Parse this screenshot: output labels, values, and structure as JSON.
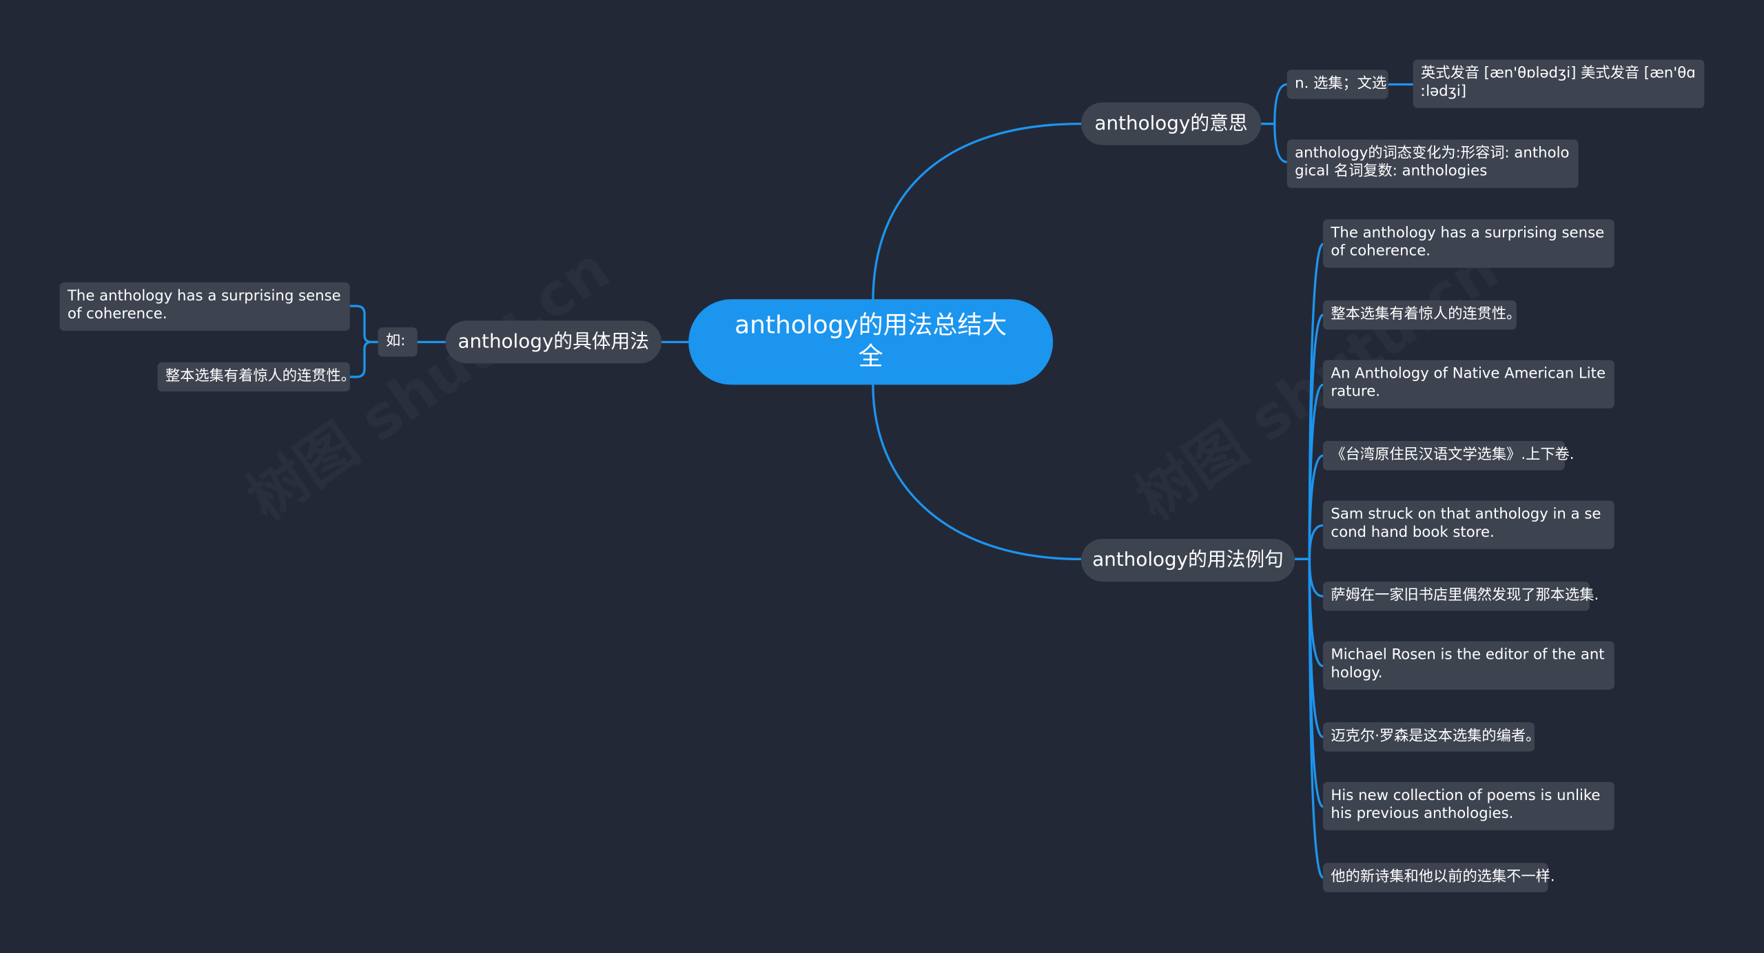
{
  "root": {
    "label": "anthology的用法总结大全"
  },
  "branches": {
    "meaning": {
      "label": "anthology的意思",
      "items": [
        {
          "label": "n. 选集；文选",
          "children": [
            "英式发音 [æn'θɒlədʒi] 美式发音 [æn'θɑːlədʒi]"
          ]
        },
        {
          "label": "anthology的词态变化为:形容词: anthological 名词复数: anthologies"
        }
      ]
    },
    "usage": {
      "label": "anthology的具体用法",
      "group_label": "如:",
      "items": [
        "The anthology has a surprising sense of coherence.",
        "整本选集有着惊人的连贯性。"
      ]
    },
    "examples": {
      "label": "anthology的用法例句",
      "items": [
        "The anthology has a surprising sense of coherence.",
        "整本选集有着惊人的连贯性。",
        "An Anthology of Native American Literature.",
        "《台湾原住民汉语文学选集》.上下卷.",
        "Sam struck on that anthology in a second  hand book store.",
        "萨姆在一家旧书店里偶然发现了那本选集.",
        "Michael Rosen is the editor of the anthology.",
        "迈克尔·罗森是这本选集的编者。",
        "His new collection of poems is unlike his previous anthologies.",
        "他的新诗集和他以前的选集不一样."
      ]
    }
  },
  "watermark": "树图 shutu.cn",
  "colors": {
    "background": "#232836",
    "root": "#1c95ee",
    "node": "#3e4350",
    "link": "#1c95ee",
    "text": "#ffffff"
  }
}
